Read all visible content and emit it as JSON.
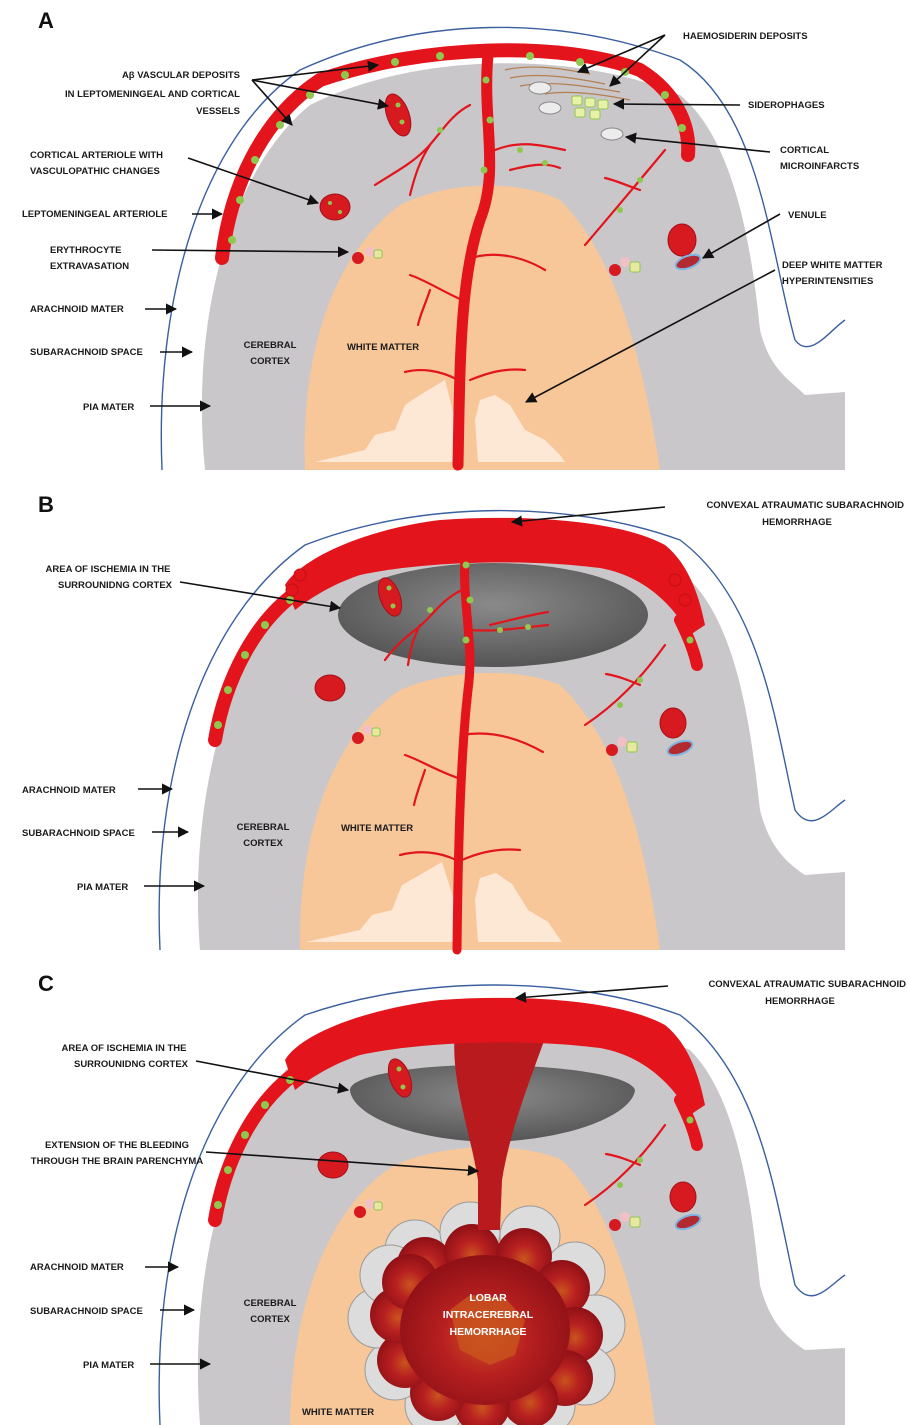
{
  "colors": {
    "vessel": "#e3141b",
    "amyloid": "#8fc74f",
    "cortex": "#c9c7c9",
    "white_matter": "#f7c79a",
    "hyperintensity": "#fde8d6",
    "arachnoid": "#3a5fa0",
    "ischemia": "#6b6b6b",
    "hemorrhage": "#b81a1e"
  },
  "panels": {
    "a": {
      "letter": "A",
      "labels": {
        "abeta": [
          "Aβ VASCULAR DEPOSITS",
          "IN LEPTOMENINGEAL AND CORTICAL",
          "VESSELS"
        ],
        "arteriole": [
          "CORTICAL ARTERIOLE WITH",
          "VASCULOPATHIC CHANGES"
        ],
        "lepto": "LEPTOMENINGEAL ARTERIOLE",
        "erythro": [
          "ERYTHROCYTE",
          "EXTRAVASATION"
        ],
        "arachnoid": "ARACHNOID MATER",
        "subarachnoid": "SUBARACHNOID SPACE",
        "pia": "PIA MATER",
        "cortex": [
          "CEREBRAL",
          "CORTEX"
        ],
        "white_matter": "WHITE MATTER",
        "haemosiderin": "HAEMOSIDERIN DEPOSITS",
        "siderophages": "SIDEROPHAGES",
        "microinfarcts": [
          "CORTICAL",
          "MICROINFARCTS"
        ],
        "venule": "VENULE",
        "dwmh": [
          "DEEP WHITE MATTER",
          "HYPERINTENSITIES"
        ]
      }
    },
    "b": {
      "letter": "B",
      "labels": {
        "csah": [
          "CONVEXAL ATRAUMATIC SUBARACHNOID",
          "HEMORRHAGE"
        ],
        "ischemia": [
          "AREA OF ISCHEMIA IN THE",
          "SURROUNIDNG CORTEX"
        ],
        "arachnoid": "ARACHNOID MATER",
        "subarachnoid": "SUBARACHNOID SPACE",
        "pia": "PIA MATER",
        "cortex": [
          "CEREBRAL",
          "CORTEX"
        ],
        "white_matter": "WHITE MATTER"
      }
    },
    "c": {
      "letter": "C",
      "labels": {
        "csah": [
          "CONVEXAL ATRAUMATIC SUBARACHNOID",
          "HEMORRHAGE"
        ],
        "ischemia": [
          "AREA OF ISCHEMIA IN THE",
          "SURROUNIDNG CORTEX"
        ],
        "extension": [
          "EXTENSION OF THE BLEEDING",
          "THROUGH THE BRAIN PARENCHYMA"
        ],
        "arachnoid": "ARACHNOID MATER",
        "subarachnoid": "SUBARACHNOID SPACE",
        "pia": "PIA MATER",
        "cortex": [
          "CEREBRAL",
          "CORTEX"
        ],
        "white_matter": "WHITE MATTER",
        "ich": [
          "LOBAR",
          "INTRACEREBRAL",
          "HEMORRHAGE"
        ]
      }
    }
  }
}
